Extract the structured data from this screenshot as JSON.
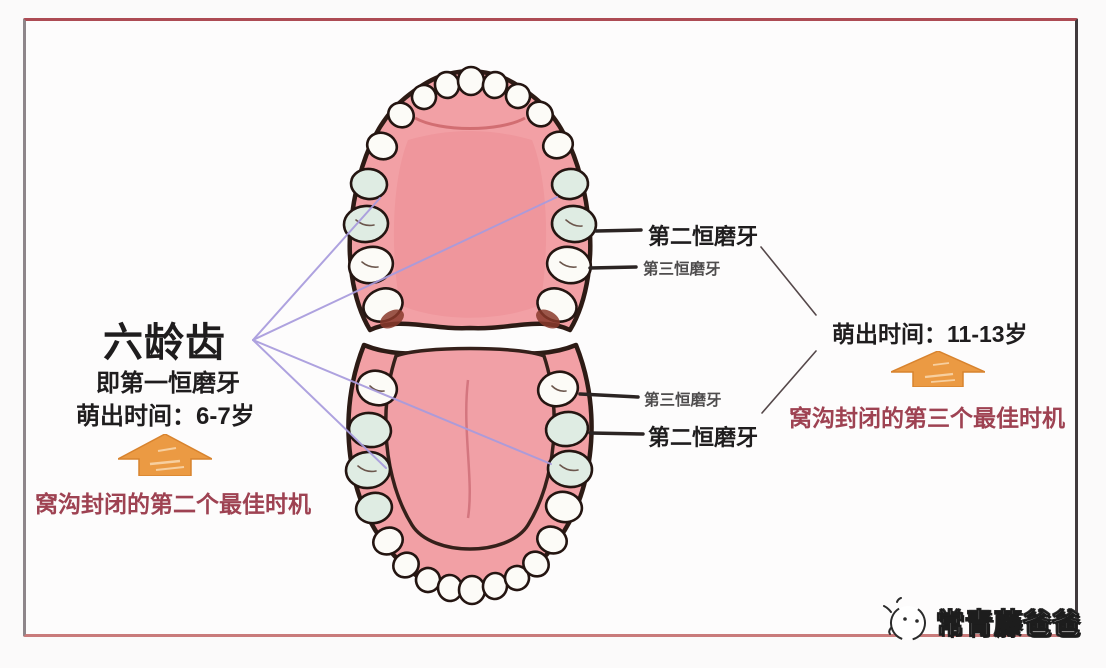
{
  "figure": {
    "topic": "六龄齿",
    "left_annotation": {
      "title": "六龄齿",
      "subtitle": "即第一恒磨牙",
      "eruption_time": "萌出时间：6-7岁",
      "best_time": "窝沟封闭的第二个最佳时机"
    },
    "right_annotation": {
      "eruption_time": "萌出时间：11-13岁",
      "best_time": "窝沟封闭的第三个最佳时机"
    },
    "tooth_labels": {
      "upper_second_molar": "第二恒磨牙",
      "upper_third_molar": "第三恒磨牙",
      "lower_third_molar": "第三恒磨牙",
      "lower_second_molar": "第二恒磨牙"
    }
  },
  "watermark": {
    "text": "常青藤爸爸"
  },
  "icons": {
    "left_arrow": "up-arrow-icon",
    "right_arrow": "up-arrow-icon",
    "logo": "ivy-dad-face-icon"
  },
  "colors": {
    "highlight_text": "#9e4252",
    "arrow_orange": "#eb9a43",
    "pointer_purple": "#a89bdd",
    "gum_pink": "#f2a0a5",
    "sealed_tooth_green": "#dfece3",
    "frame_red": "#ad4b54"
  }
}
